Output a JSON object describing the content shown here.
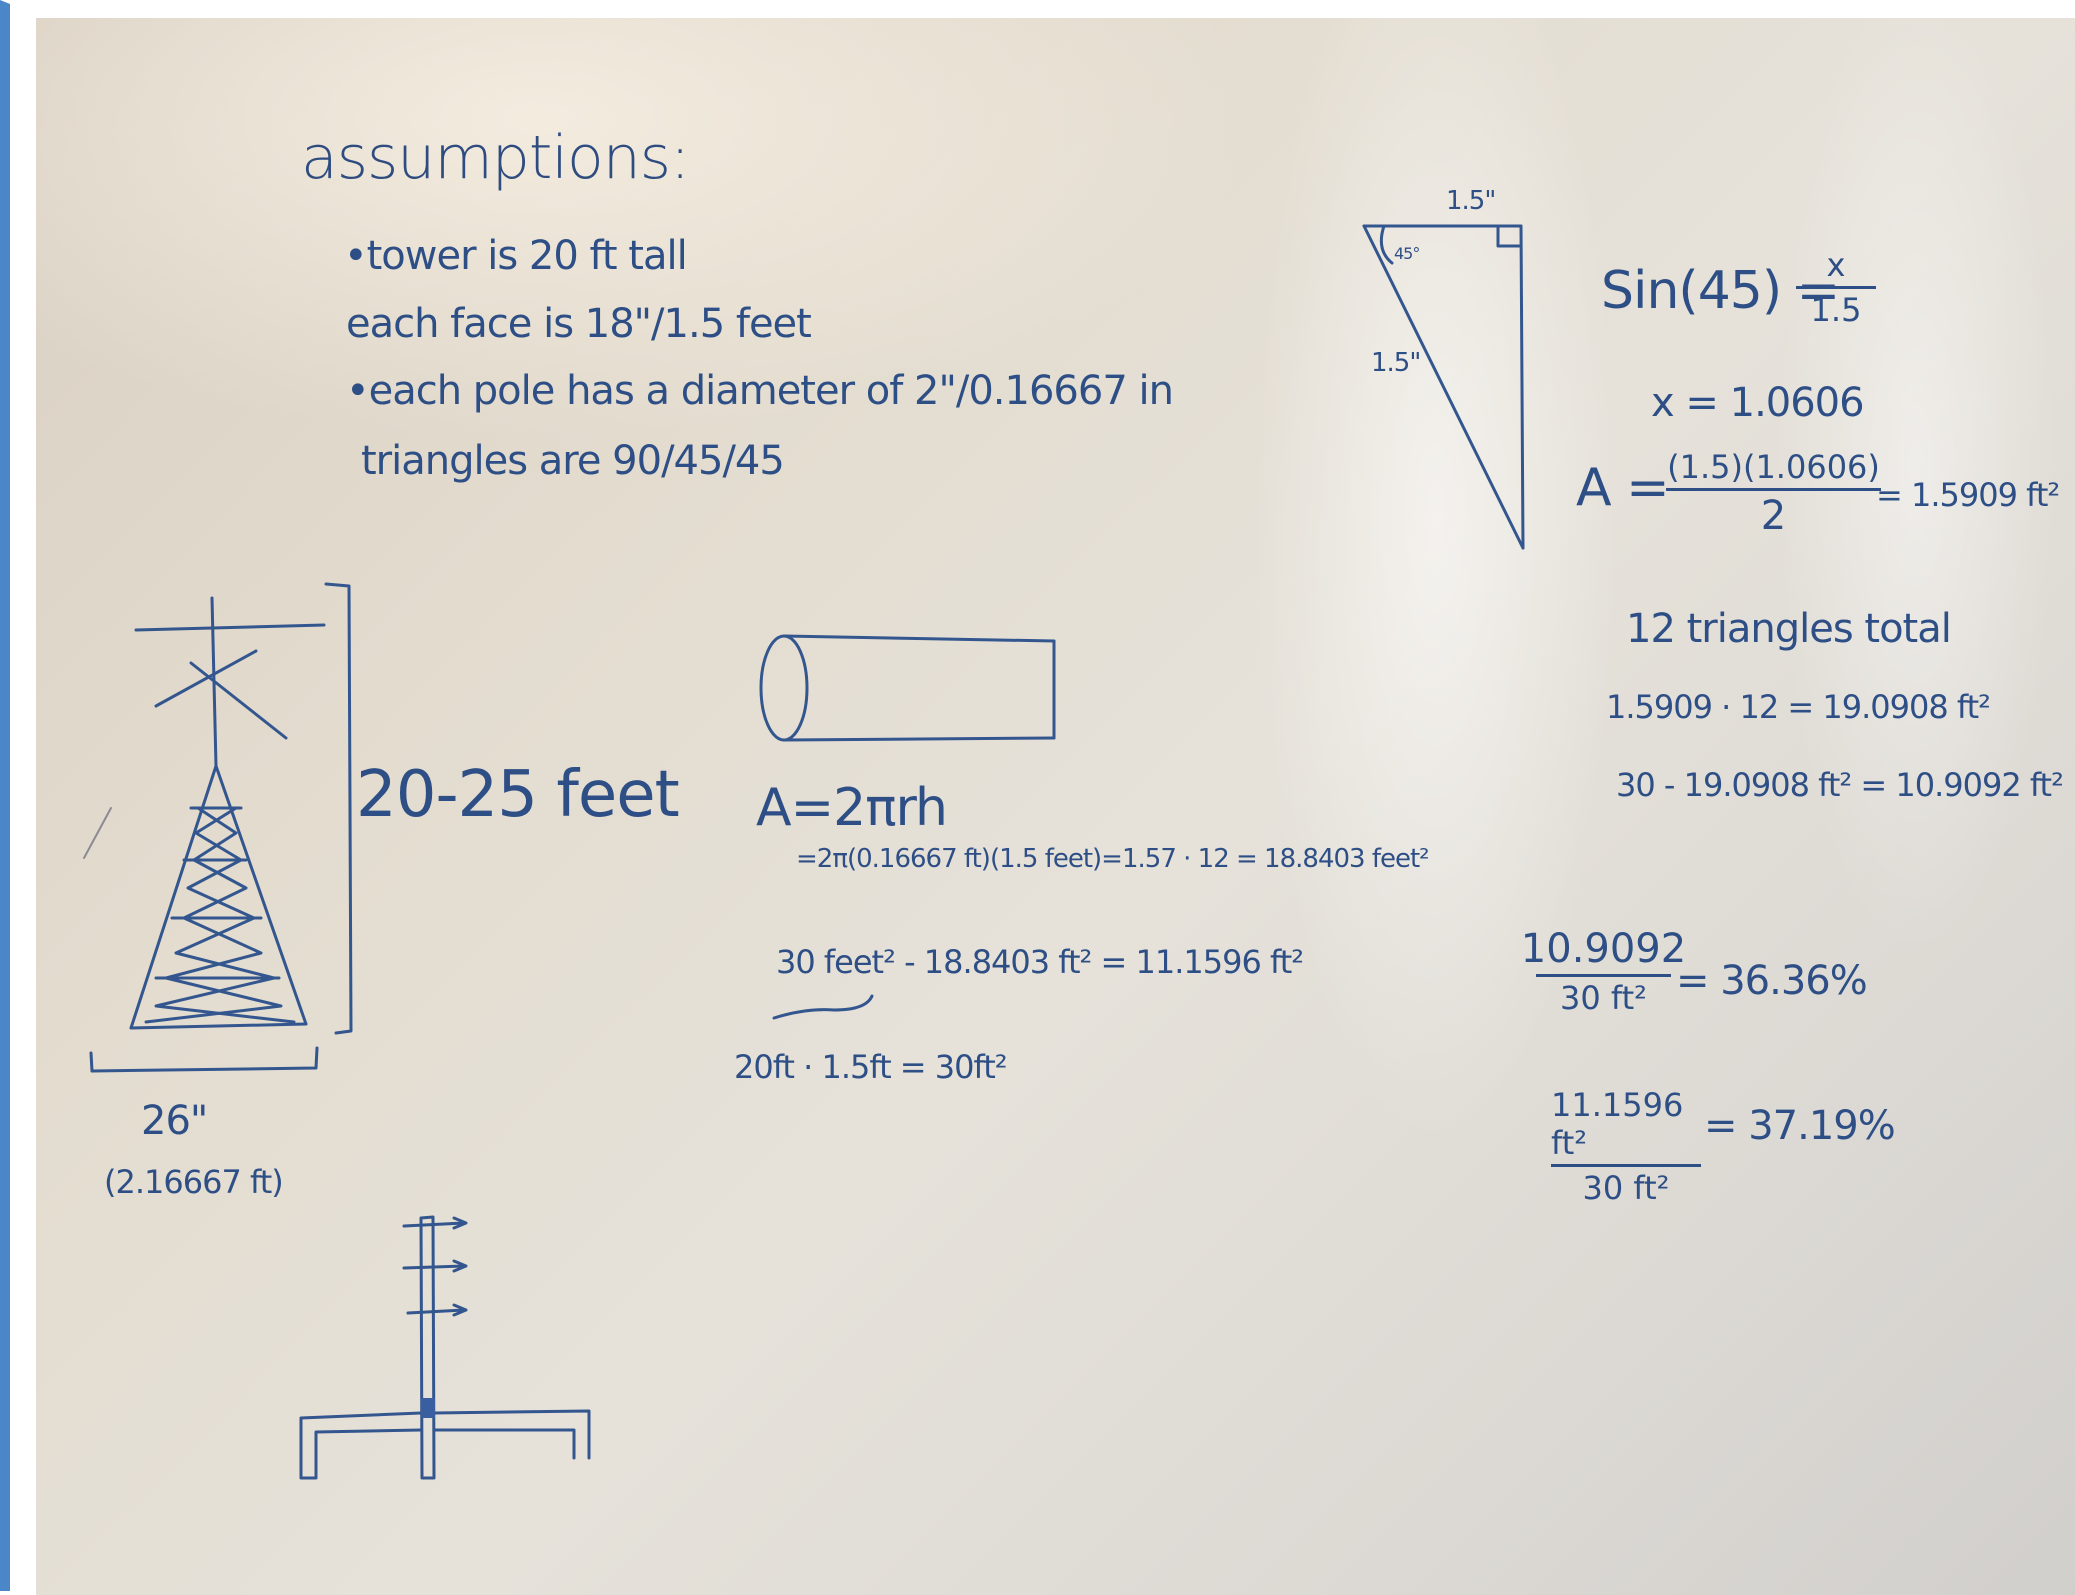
{
  "assumptions": {
    "heading": "assumptions:",
    "items": [
      "•tower is 20 ft tall",
      "each face is 18\"/1.5 feet",
      "•each pole has a diameter of 2\"/0.16667 in",
      "triangles are 90/45/45"
    ]
  },
  "tower_sketch": {
    "height_label": "20-25 feet",
    "base_label": "26\"",
    "base_label_ft": "(2.16667 ft)"
  },
  "cylinder": {
    "formula": "A=2πrh",
    "calc": "=2π(0.16667 ft)(1.5 feet)=1.57 · 12 = 18.8403 feet²",
    "subtraction": "30 feet² - 18.8403 ft² = 11.1596 ft²",
    "area": "20ft · 1.5ft = 30ft²"
  },
  "triangle": {
    "top_label": "1.5\"",
    "side_label": "1.5\"",
    "angle_label": "45°",
    "sin_left": "Sin(45) =",
    "sin_num": "x",
    "sin_den": "1.5",
    "x_value": "x = 1.0606",
    "area_left": "A =",
    "area_num": "(1.5)(1.0606)",
    "area_den": "2",
    "area_result": "= 1.5909 ft²",
    "count": "12 triangles total",
    "total": "1.5909 · 12 = 19.0908 ft²",
    "remainder": "30 - 19.0908 ft² = 10.9092 ft²"
  },
  "percentages": {
    "p1_num": "10.9092",
    "p1_den": "30 ft²",
    "p1_result": "= 36.36%",
    "p2_num": "11.1596 ft²",
    "p2_den": "30 ft²",
    "p2_result": "= 37.19%"
  },
  "colors": {
    "ink": "#2e4f86",
    "frame": "#4a86c8"
  }
}
